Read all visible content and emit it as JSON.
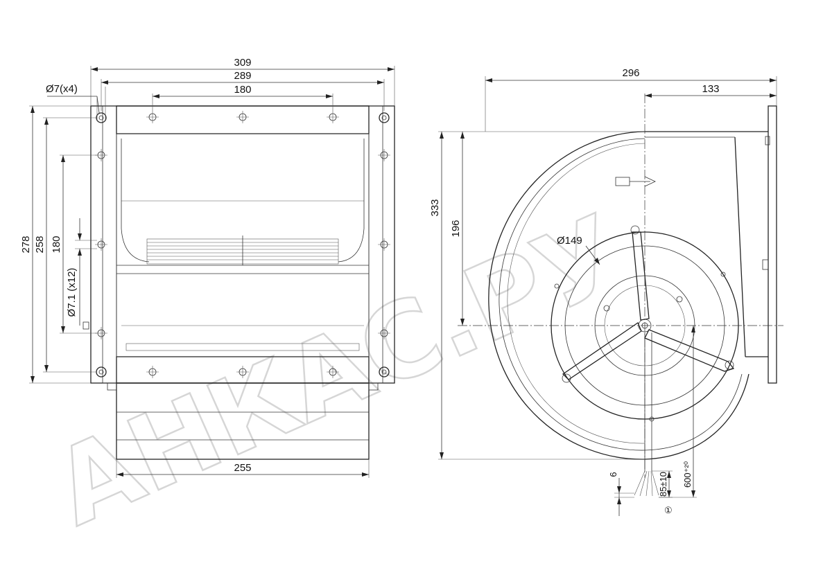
{
  "left_view": {
    "overall_width": "309",
    "hole_pitch_width": "289",
    "top_hole_spacing": "180",
    "corner_holes": "Ø7(x4)",
    "overall_height": "278",
    "hole_pitch_height": "258",
    "side_hole_spacing": "180",
    "side_holes": "Ø7.1 (x12)",
    "inlet_width": "255"
  },
  "right_view": {
    "overall_depth": "296",
    "axis_offset": "133",
    "overall_height": "333",
    "axis_height": "196",
    "inlet_diameter": "Ø149",
    "cable_spacing": "6",
    "strip_length": "85±10",
    "cable_length": "600⁺²⁰",
    "cable_marker": "①"
  },
  "watermark": "АНКАС.РУ"
}
